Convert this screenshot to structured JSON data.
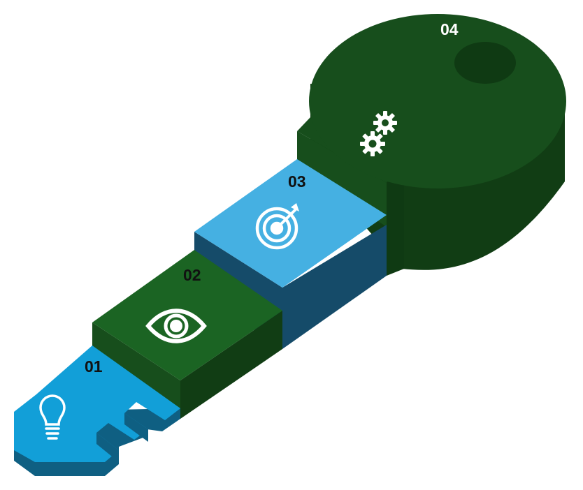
{
  "steps": [
    {
      "number": "01",
      "icon": "lightbulb-icon"
    },
    {
      "number": "02",
      "icon": "eye-icon"
    },
    {
      "number": "03",
      "icon": "target-icon"
    },
    {
      "number": "04",
      "icon": "gears-icon"
    }
  ],
  "colors": {
    "blue_light": "#129fd8",
    "blue_mid": "#45b0e2",
    "blue_dark": "#0f5f82",
    "blue_darker": "#154b69",
    "green_top": "#1b6423",
    "green_front": "#174e1c",
    "green_side": "#113d14",
    "green_hole": "#0f3a13",
    "label_dark": "#111111",
    "label_light": "#ffffff",
    "icon": "#ffffff"
  }
}
